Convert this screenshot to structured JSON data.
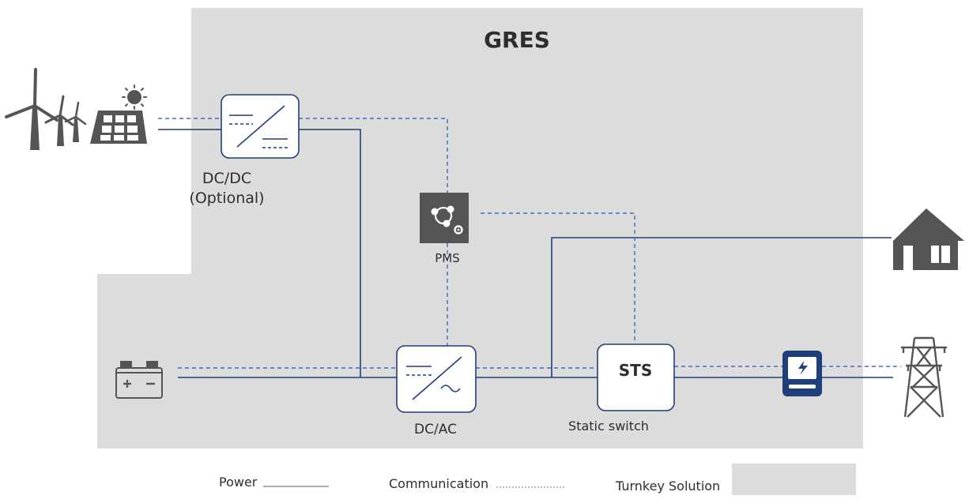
{
  "title": "GRES",
  "components": {
    "dcdc": {
      "label_line1": "DC/DC",
      "label_line2": "(Optional)"
    },
    "pms": {
      "label": "PMS"
    },
    "dcac": {
      "label": "DC/AC"
    },
    "sts": {
      "label": "STS",
      "sublabel": "Static switch"
    }
  },
  "icons": {
    "wind_solar": "wind-turbine-and-solar-panel-icon",
    "battery": "battery-icon",
    "house": "house-icon",
    "meter": "electric-meter-icon",
    "pylon": "transmission-tower-icon",
    "pms": "network-gear-icon"
  },
  "legend": {
    "power_label": "Power",
    "communication_label": "Communication",
    "turnkey_label": "Turnkey Solution"
  },
  "colors": {
    "power_line": "#1f3f7a",
    "communication_line": "#3a6fc4",
    "turnkey_area": "#dcdcdc",
    "meter_fill": "#1f3f7a",
    "icon_gray": "#555555"
  }
}
